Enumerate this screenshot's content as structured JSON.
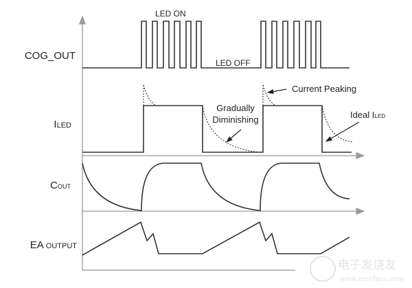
{
  "signals": {
    "cog_out": "COG_OUT",
    "iled_main": "I",
    "iled_sub": "LED",
    "cout_main": "C",
    "cout_sub": "OUT",
    "ea_main": "EA",
    "ea_sub": "OUTPUT"
  },
  "annotations": {
    "led_on": "LED ON",
    "led_off": "LED OFF",
    "current_peaking": "Current Peaking",
    "gradually": "Gradually",
    "diminishing": "Diminishing",
    "ideal_main": "Ideal I",
    "ideal_sub": "LED"
  },
  "watermark": {
    "cn": "电子发烧友",
    "url": "www.elecfans.com"
  },
  "colors": {
    "line": "#333333",
    "axis": "#999999"
  }
}
